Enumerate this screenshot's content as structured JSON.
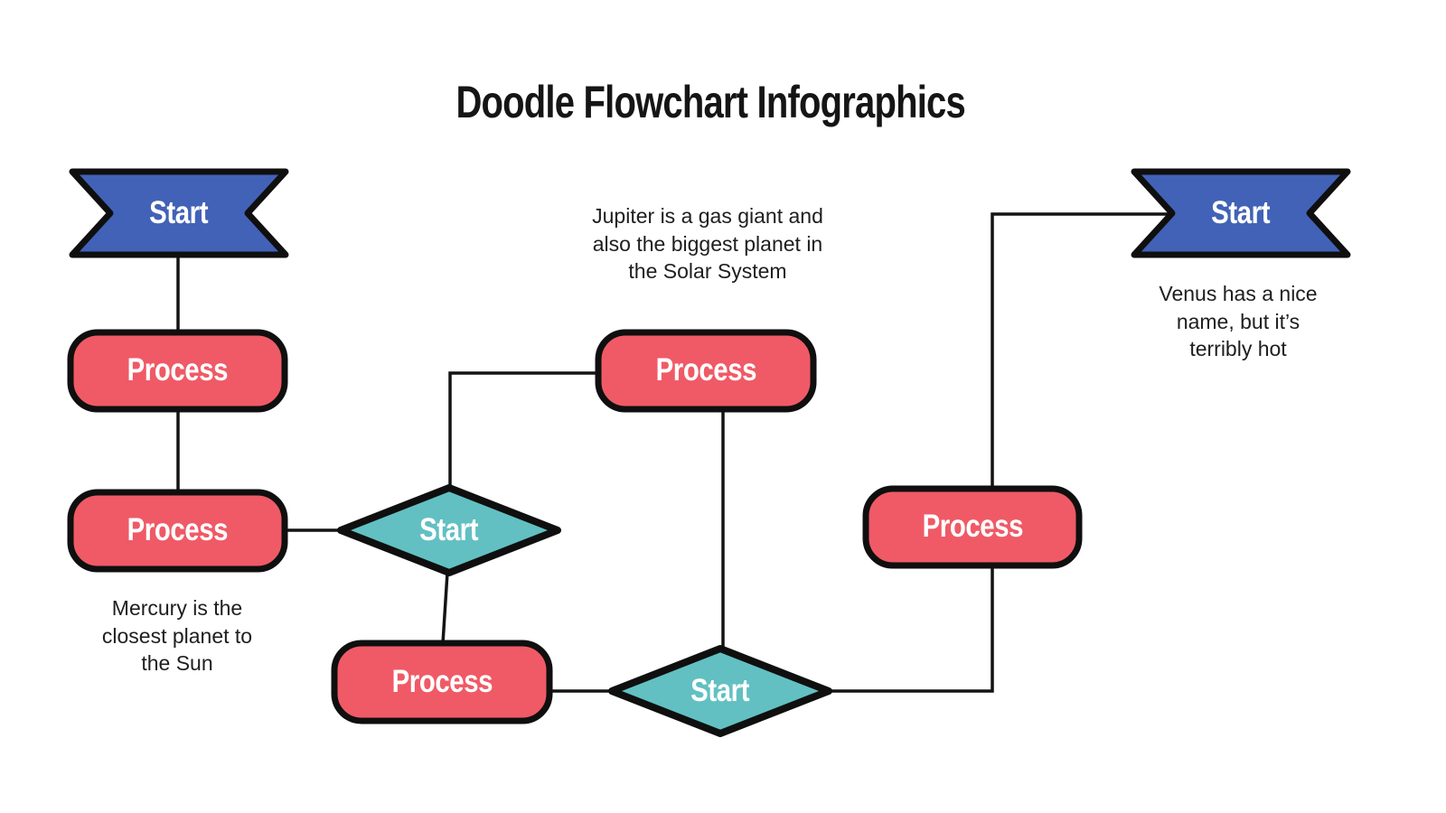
{
  "title": "Doodle Flowchart Infographics",
  "palette": {
    "banner_blue": "#4262B7",
    "process_red": "#EF5A66",
    "diamond_teal": "#62C0C2",
    "outline_black": "#0F0F0F",
    "connector_black": "#141414",
    "label_white": "#FFFFFF",
    "text_black": "#1E1E1E",
    "background": "#FFFFFF"
  },
  "nodes": {
    "start_left": {
      "label": "Start",
      "type": "banner"
    },
    "process_left_top": {
      "label": "Process",
      "type": "process"
    },
    "process_left_mid": {
      "label": "Process",
      "type": "process"
    },
    "decision_left": {
      "label": "Start",
      "type": "decision"
    },
    "process_center": {
      "label": "Process",
      "type": "process"
    },
    "process_bottom": {
      "label": "Process",
      "type": "process"
    },
    "decision_bottom": {
      "label": "Start",
      "type": "decision"
    },
    "process_right": {
      "label": "Process",
      "type": "process"
    },
    "start_right": {
      "label": "Start",
      "type": "banner"
    }
  },
  "annotations": {
    "jupiter": {
      "line1": "Jupiter is a gas giant and",
      "line2": "also the biggest planet in",
      "line3": "the Solar System"
    },
    "mercury": {
      "line1": "Mercury is the",
      "line2": "closest planet to",
      "line3": "the Sun"
    },
    "venus": {
      "line1": "Venus has a nice",
      "line2": "name, but it’s",
      "line3": "terribly hot"
    }
  }
}
